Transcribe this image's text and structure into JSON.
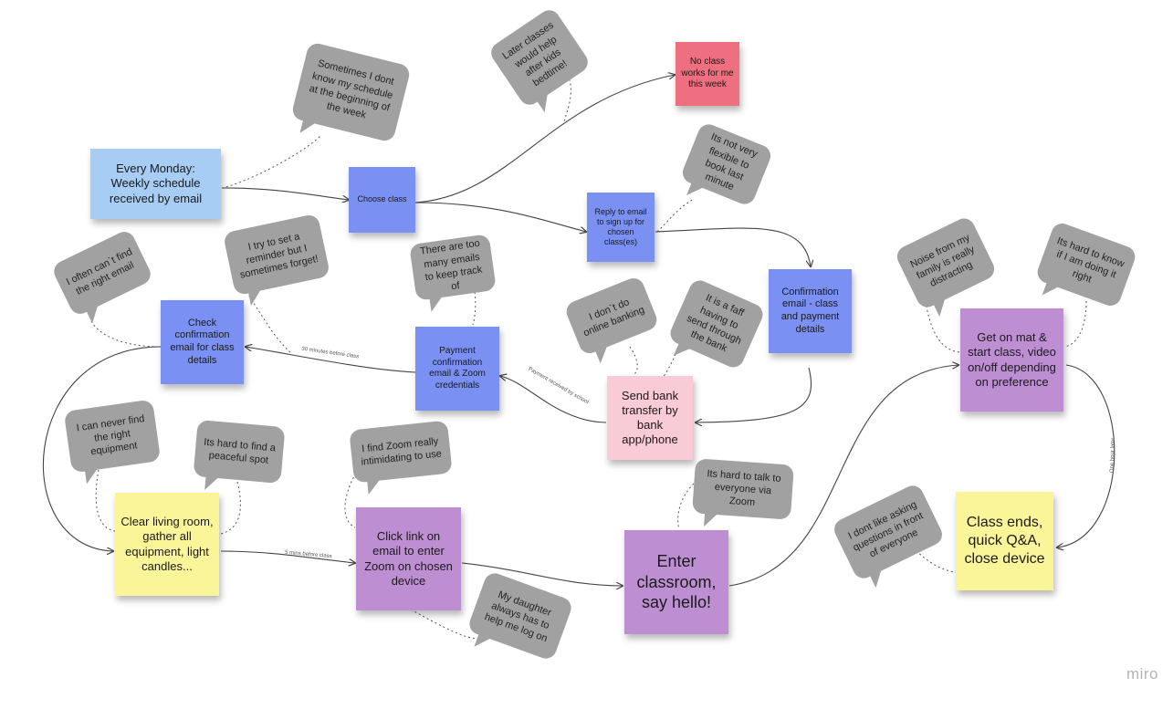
{
  "steps": {
    "monday": "Every Monday: Weekly schedule received by email",
    "choose": "Choose class",
    "noclass": "No class works for me this week",
    "reply": "Reply to email  to sign up for chosen class(es)",
    "confirm": "Confirmation email - class and payment details",
    "check": "Check confirmation email for class details",
    "payment": "Payment confirmation email & Zoom credentials",
    "bank": "Send bank transfer by bank app/phone",
    "mat": "Get on mat & start class, video on/off depending on preference",
    "clear": "Clear living room, gather all equipment, light candles...",
    "click": "Click link on email to enter Zoom on chosen device",
    "enter": "Enter classroom, say hello!",
    "ends": "Class ends, quick Q&A, close device"
  },
  "comments": {
    "schedule": "Sometimes I dont know my schedule at the beginning of the week",
    "later": "Later classes would help after kids bedtime!",
    "flexible": "Its not very flexible to book last minute",
    "reminder": "I try to set a reminder but I sometimes forget!",
    "findemail": "I often can`t find the right email",
    "toomany": "There are too many emails to keep track of",
    "onlinebank": "I don`t do online banking",
    "faff": "It is a faff having to send through the bank",
    "noise": "Noise from my family is really distracting",
    "hardknow": "Its hard to know if I am doing it right",
    "equipment": "I can never find the right equipment",
    "peaceful": "Its hard to find a peaceful spot",
    "zoomintim": "I find Zoom really intimidating to use",
    "talk": "Its hard to talk to everyone via Zoom",
    "daughter": "My daughter always has to help me log on",
    "asking": "I dont like asking questions in front of everyone"
  },
  "edge_labels": {
    "thirty": "30 minutes before class",
    "payment_received": "Payment received by school",
    "five": "5 mins before class",
    "hour": "One hour later"
  },
  "brand": "miro",
  "colors": {
    "blue": "#7b90f3",
    "light_blue": "#a7cdf4",
    "yellow": "#fbf59a",
    "purple": "#be8ed3",
    "pink": "#f9cbd7",
    "red": "#ee6f7f",
    "bubble": "#a1a1a1"
  }
}
